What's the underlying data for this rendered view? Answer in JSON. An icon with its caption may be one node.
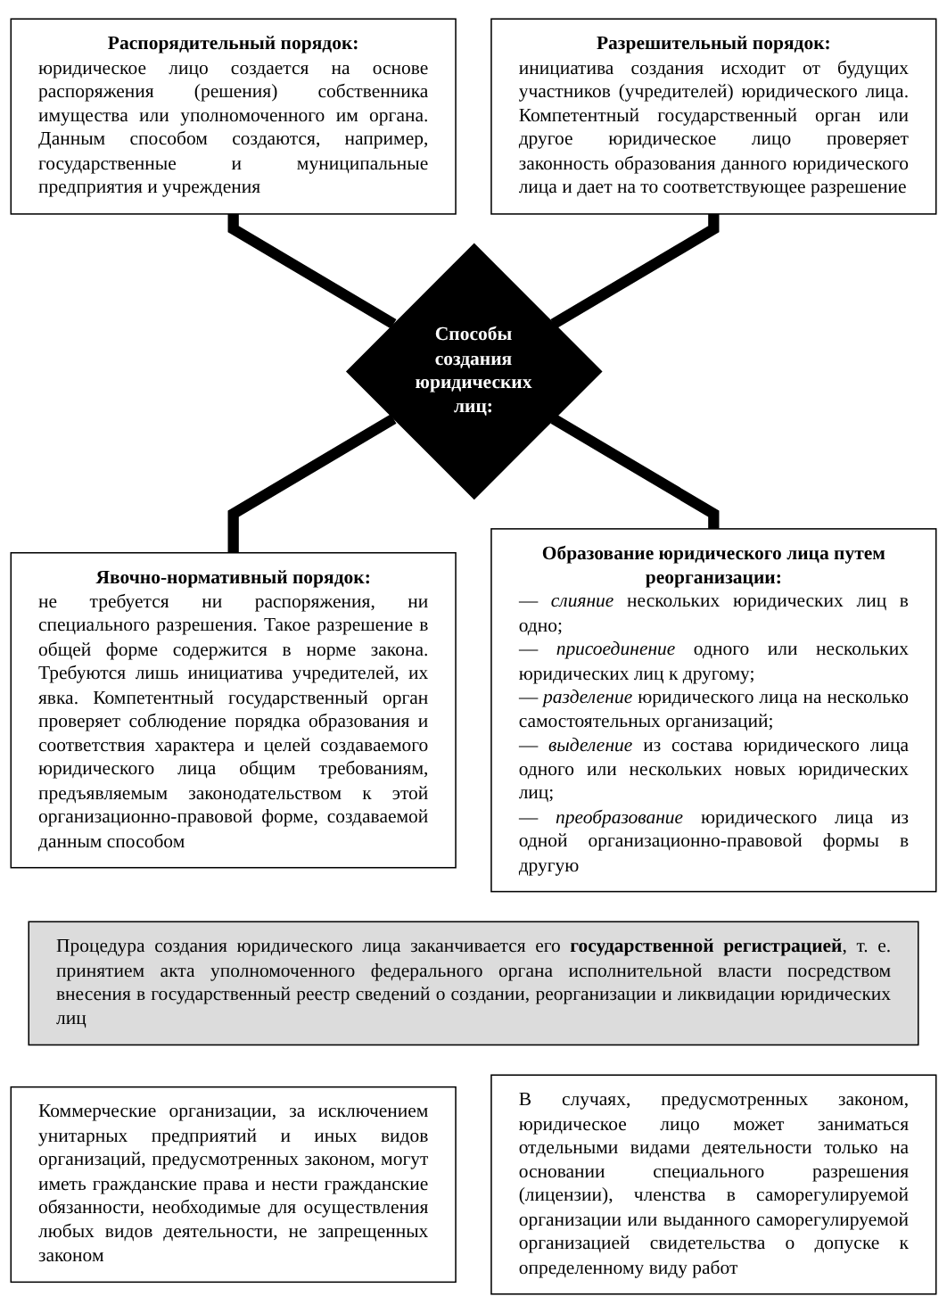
{
  "diagram": {
    "nodes": [
      {
        "text": [
          "Распорядительный порядок:",
          "юридическое лицо создается на основе распоряжения (решения) собственника имущества или уполномоченного им органа. Данным способом создаются, например, государственные и муниципальные предприятия и учреждения"
        ]
      },
      {
        "text": [
          "Разрешительный порядок:",
          "инициатива создания исходит от будущих участников (учредителей) юридического лица. Компетентный государственный орган или другое юридическое лицо проверяет законность образования данного юридического лица и дает на то соответствующее разрешение"
        ]
      },
      {
        "text": [
          "Способы создания юридических лиц:"
        ]
      },
      {
        "text": [
          "Явочно-нормативный порядок:",
          "не требуется ни распоряжения, ни специального разрешения. Такое разрешение в общей форме содержится в норме закона. Требуются лишь инициатива учредителей, их явка. Компетентный государственный орган проверяет соблюдение порядка образования и соответствия характера и целей создаваемого юридического лица общим требованиям, предъявляемым законодательством к этой организационно-правовой форме, создаваемой данным способом"
        ]
      },
      {
        "text": [
          "Образование юридического лица путем реорганизации:",
          "— *слияние* нескольких юридических лиц в одно;",
          "— *присоединение* одного или нескольких юридических лиц к другому;",
          "— *разделение* юридического лица на несколько самостоятельных организаций;",
          "— *выделение* из состава юридического лица одного или нескольких новых юридических лиц;",
          "— *преобразование* юридического лица из одной организационно-правовой формы в другую"
        ]
      },
      {
        "text": [
          "Процедура создания юридического лица заканчивается его **государственной регистрацией**, т. е. принятием акта уполномоченного федерального органа исполнительной власти посредством внесения в государственный реестр сведений о создании, реорганизации и ликвидации юридических лиц"
        ]
      },
      {
        "text": [
          "Коммерческие организации, за исключением унитарных предприятий и иных видов организаций, предусмотренных законом, могут иметь гражданские права и нести гражданские обязанности, необходимые для осуществления любых видов деятельности, не запрещенных законом"
        ]
      },
      {
        "text": [
          "В случаях, предусмотренных законом, юридическое лицо может заниматься отдельными видами деятельности только на основании специального разрешения (лицензии), членства в саморегулируемой организации или выданного саморегулируемой организацией свидетельства о допуске к определенному виду работ"
        ]
      }
    ],
    "edges": [
      {
        "from": 0,
        "to": 2,
        "arrow": "none"
      },
      {
        "from": 1,
        "to": 2,
        "arrow": "none"
      },
      {
        "from": 2,
        "to": 3,
        "arrow": "none"
      },
      {
        "from": 2,
        "to": 4,
        "arrow": "none"
      }
    ]
  }
}
